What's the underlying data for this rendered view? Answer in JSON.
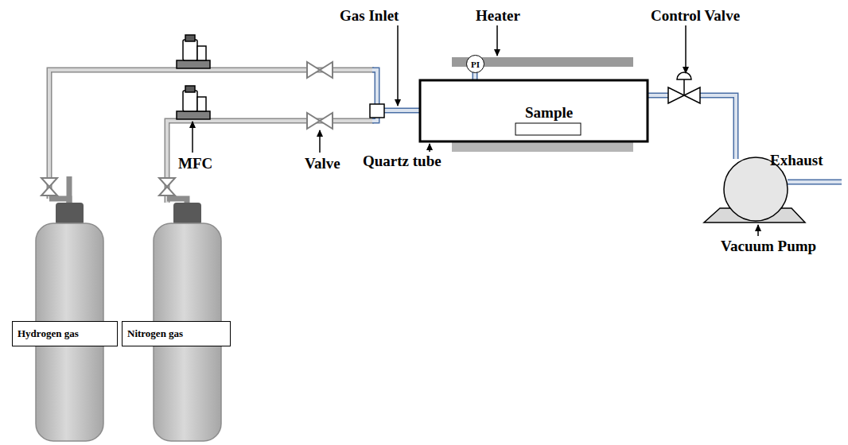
{
  "diagram": {
    "nodes": [
      {
        "text": [
          "Hydrogen gas"
        ]
      },
      {
        "text": [
          "Nitrogen gas"
        ]
      },
      {
        "text": [
          "PI"
        ]
      }
    ],
    "labels": [
      "Gas Inlet",
      "Heater",
      "Control Valve",
      "Sample",
      "Quartz tube",
      "MFC",
      "Valve",
      "Exhaust",
      "Vacuum Pump"
    ]
  }
}
